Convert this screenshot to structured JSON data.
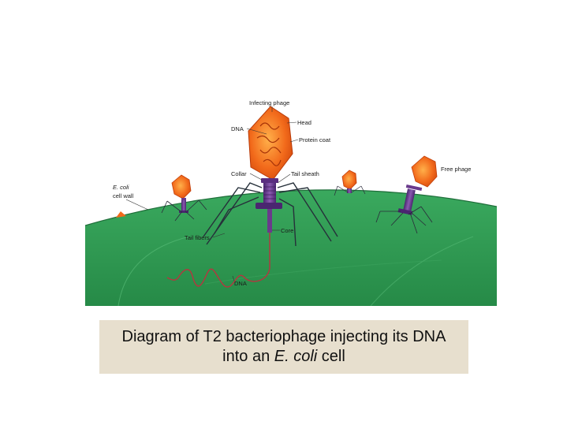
{
  "labels": {
    "infecting_phage": "Infecting phage",
    "head": "Head",
    "dna_top": "DNA",
    "protein_coat": "Protein coat",
    "collar": "Collar",
    "tail_sheath": "Tail sheath",
    "free_phage": "Free phage",
    "ecoli_cell_wall_italic": "E. coli",
    "ecoli_cell_wall_rest": "cell wall",
    "core": "Core",
    "tail_fibers": "Tail fibers",
    "dna_bottom": "DNA"
  },
  "caption": {
    "line1": "Diagram of T2 bacteriophage injecting its DNA",
    "line2_pre": "into an ",
    "line2_italic": "E. coli",
    "line2_post": " cell"
  },
  "colors": {
    "cell_green": "#2f9a52",
    "cell_light": "#49b56c",
    "head_orange": "#f26a1b",
    "tail_purple": "#6a3a8c",
    "dna_red": "#b8343f",
    "caption_bg": "#e7dfce"
  }
}
